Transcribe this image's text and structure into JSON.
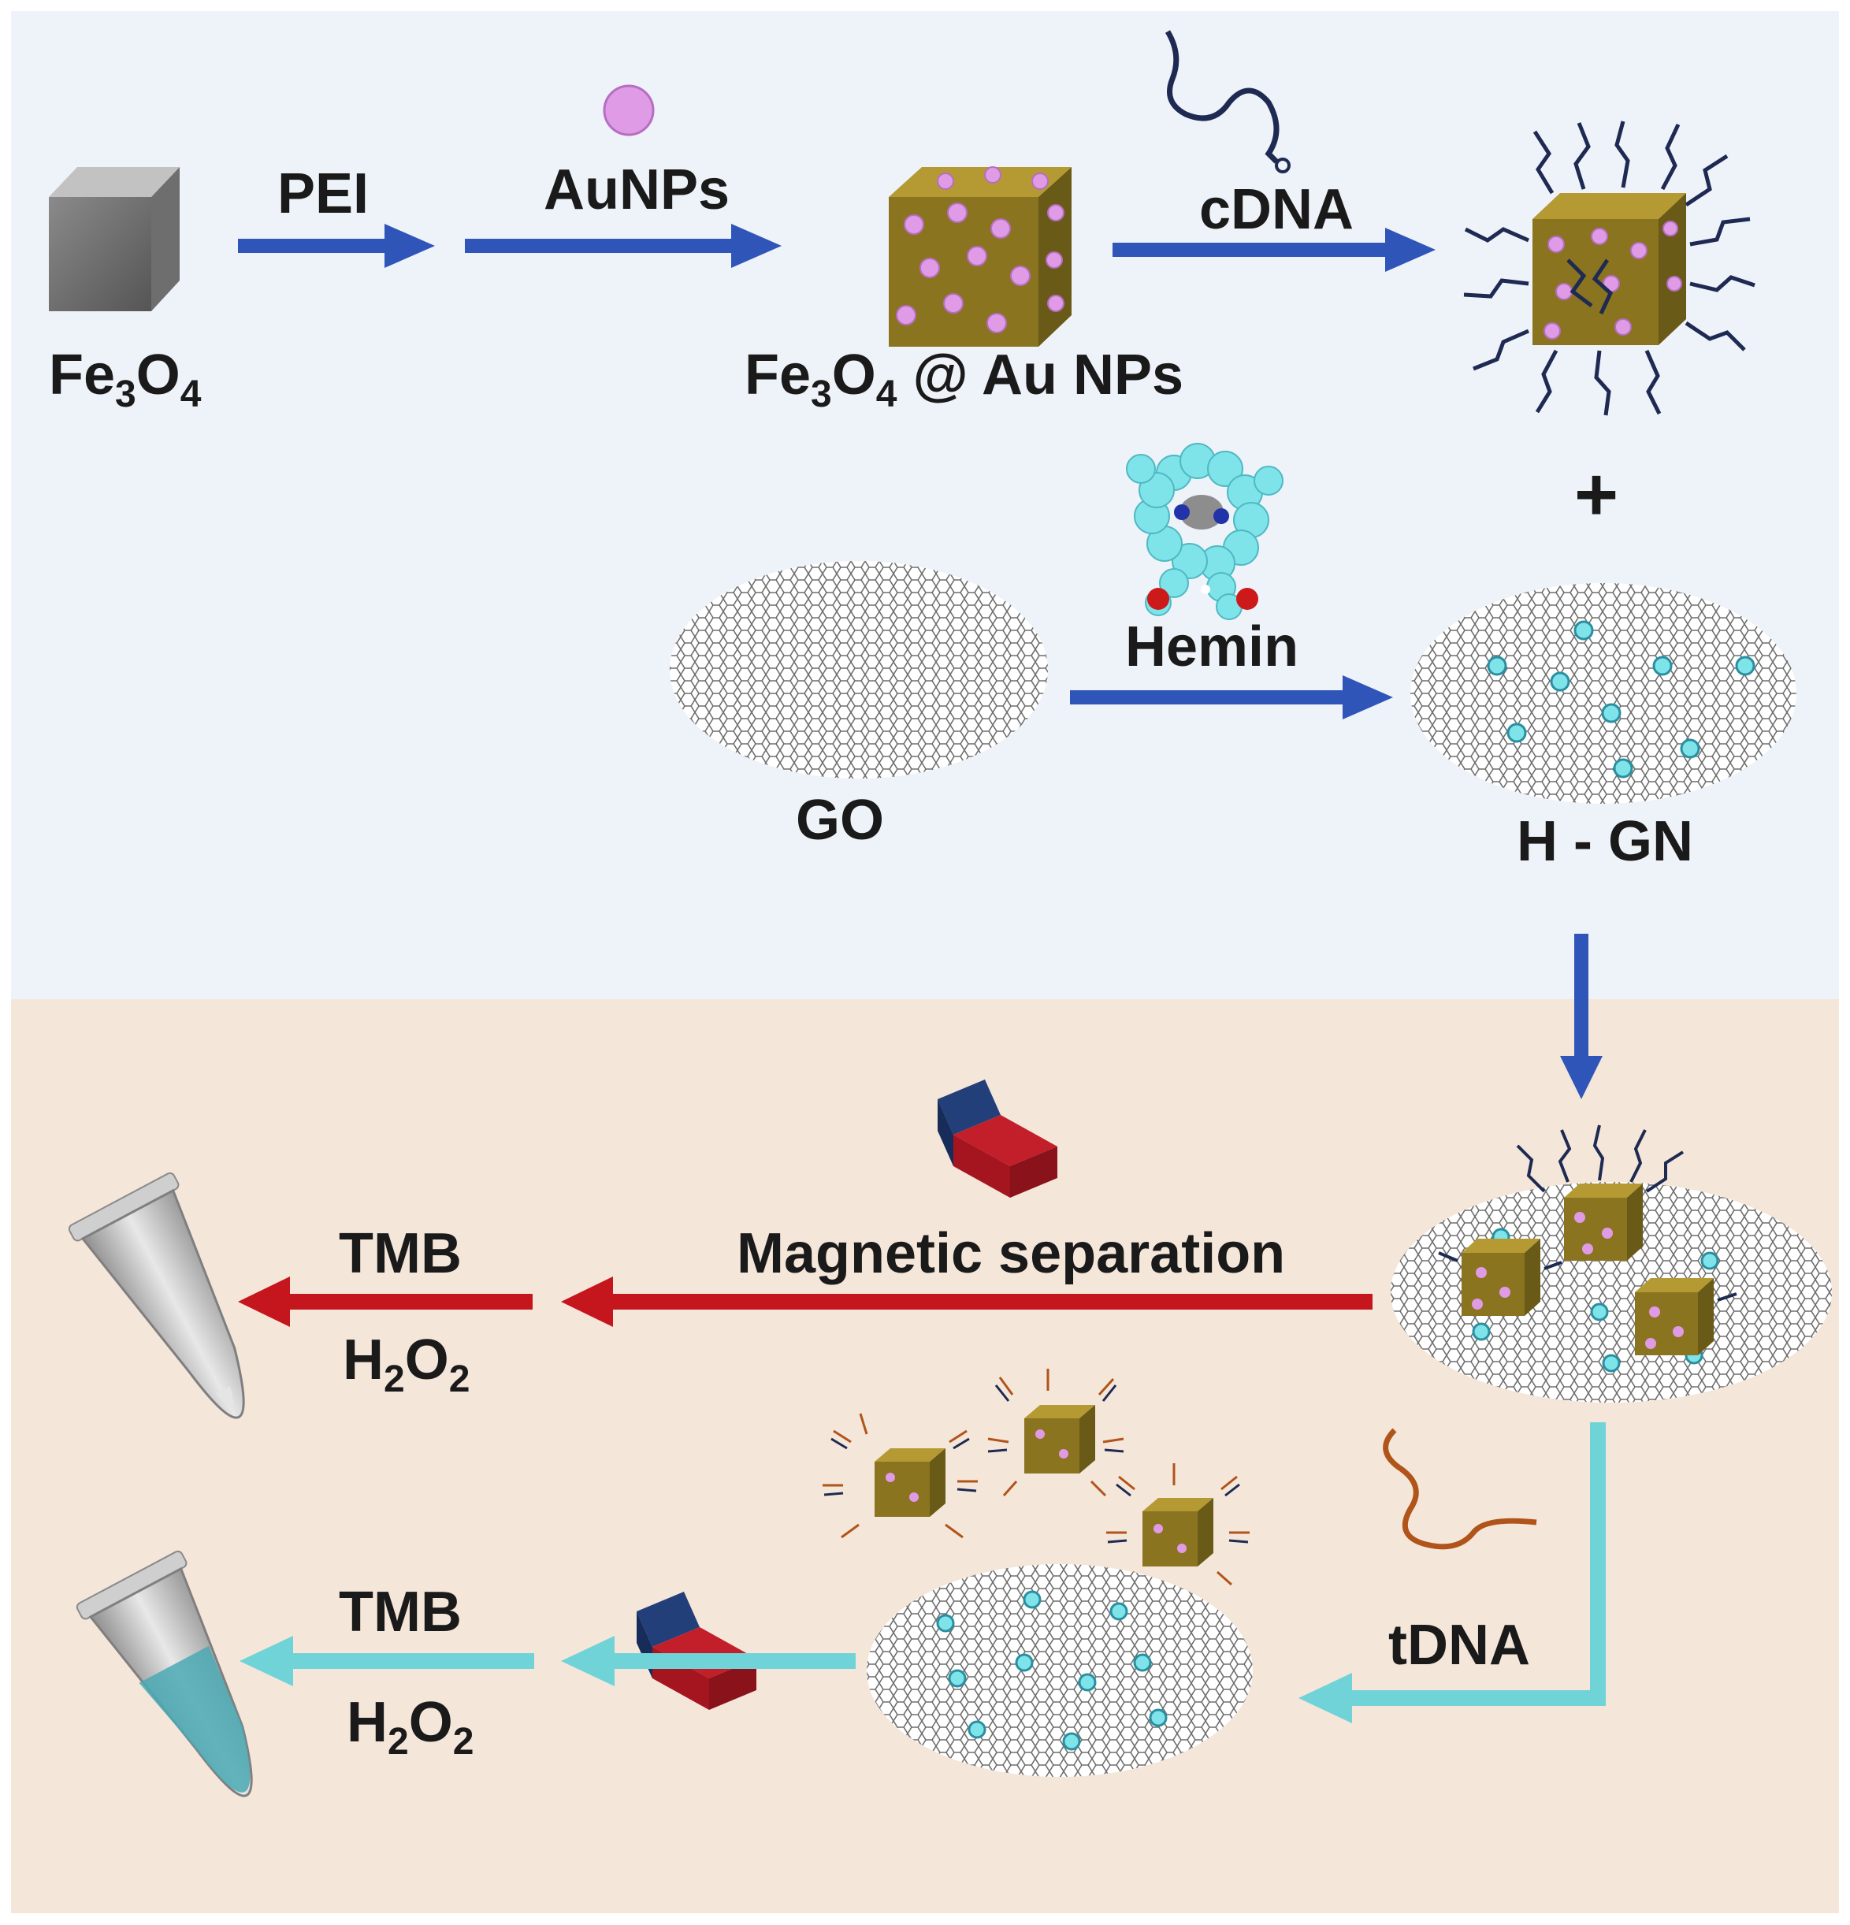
{
  "top_panel": {
    "background": "#eef2f9",
    "labels": {
      "fe3o4": "Fe3O4",
      "pei": "PEI",
      "aunps": "AuNPs",
      "fe3o4_au": "Fe3O4 @ Au NPs",
      "cdna": "cDNA",
      "hemin": "Hemin",
      "go": "GO",
      "hgn": "H - GN",
      "plus": "+"
    }
  },
  "bottom_panel": {
    "background": "#f5e6da",
    "labels": {
      "magnetic_separation": "Magnetic separation",
      "tmb_top": "TMB",
      "h2o2_top": "H2O2",
      "tmb_bottom": "TMB",
      "h2o2_bottom": "H2O2",
      "tdna": "tDNA"
    }
  },
  "colors": {
    "blue_arrow": "#2f55b8",
    "red_arrow": "#c4161c",
    "cyan_arrow": "#6fd3d8",
    "gold": "#8a7420",
    "au_pink": "#e09be6",
    "dna_strand": "#1e2a52",
    "tdna_strand": "#b0541a",
    "hemin_cyan": "#7fe3ea",
    "magnet_blue": "#233f7a",
    "magnet_red": "#c21f2a"
  }
}
